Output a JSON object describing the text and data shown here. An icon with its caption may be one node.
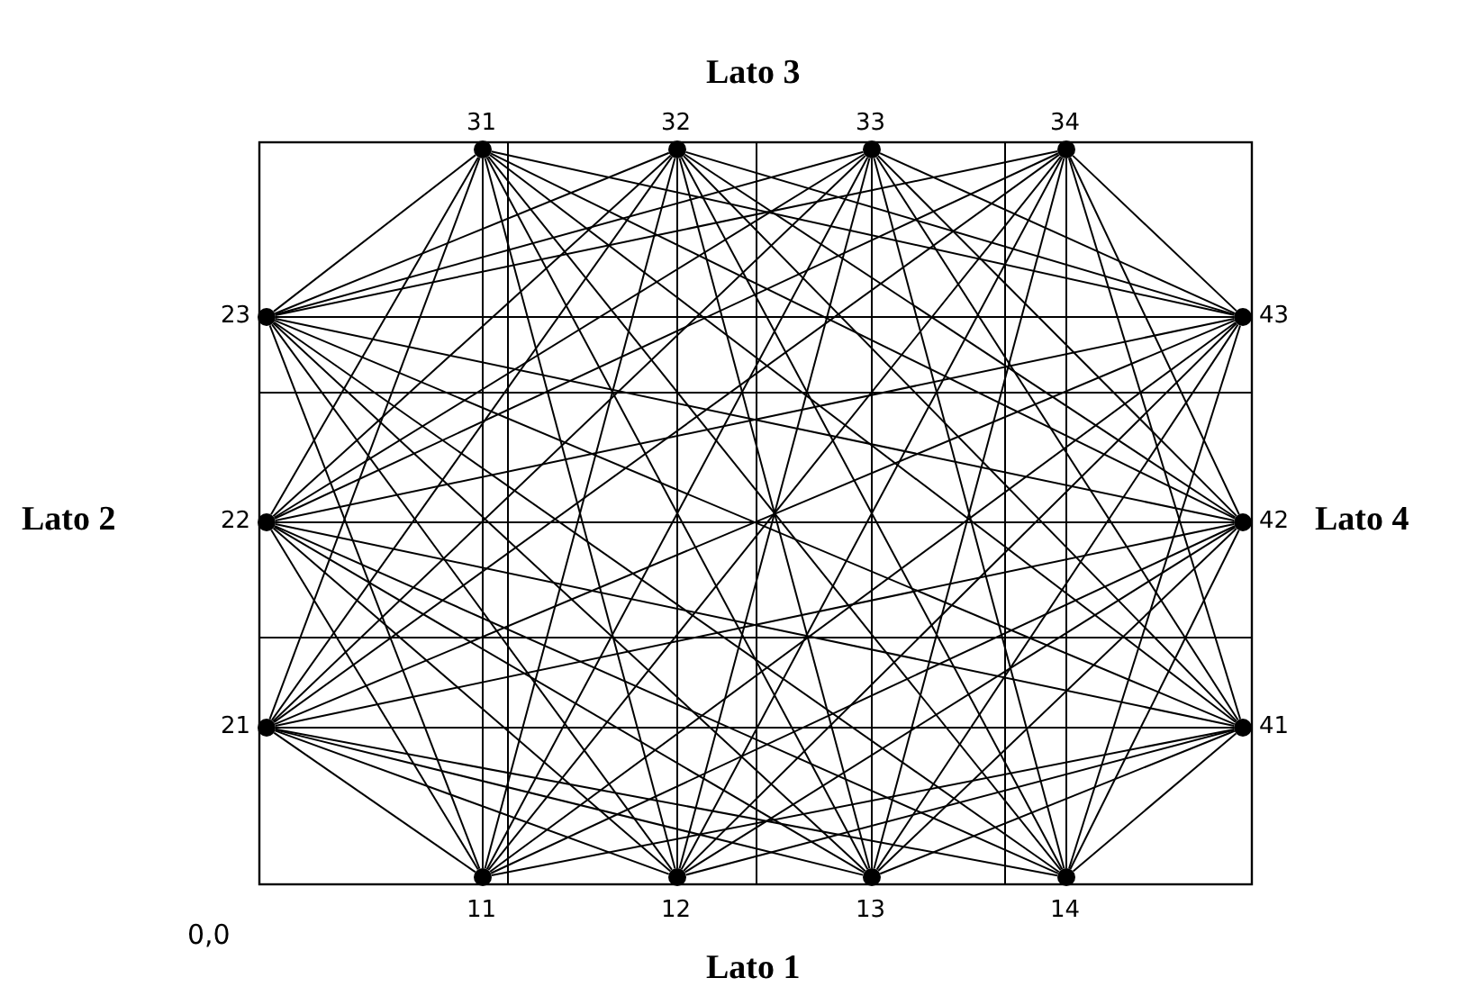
{
  "diagram": {
    "nodes": [
      {
        "text": [],
        "shape": "circle",
        "beside": [
          "31"
        ]
      },
      {
        "text": [],
        "shape": "circle",
        "beside": [
          "32"
        ]
      },
      {
        "text": [],
        "shape": "circle",
        "beside": [
          "33"
        ]
      },
      {
        "text": [],
        "shape": "circle",
        "beside": [
          "34"
        ]
      },
      {
        "text": [],
        "shape": "circle",
        "beside": [
          "23"
        ]
      },
      {
        "text": [],
        "shape": "circle",
        "beside": [
          "43"
        ]
      },
      {
        "text": [],
        "shape": "circle",
        "beside": [
          "22"
        ]
      },
      {
        "text": [],
        "shape": "circle",
        "beside": [
          "42"
        ]
      },
      {
        "text": [],
        "shape": "circle",
        "beside": [
          "21"
        ]
      },
      {
        "text": [],
        "shape": "circle",
        "beside": [
          "41"
        ]
      },
      {
        "text": [],
        "shape": "circle",
        "beside": [
          "11"
        ]
      },
      {
        "text": [],
        "shape": "circle",
        "beside": [
          "12"
        ]
      },
      {
        "text": [],
        "shape": "circle",
        "beside": [
          "13"
        ]
      },
      {
        "text": [],
        "shape": "circle",
        "beside": [
          "14"
        ]
      }
    ],
    "edges": [
      {
        "from": 0,
        "to": 4,
        "arrow": "none"
      },
      {
        "from": 0,
        "to": 5,
        "arrow": "none"
      },
      {
        "from": 0,
        "to": 6,
        "arrow": "none"
      },
      {
        "from": 0,
        "to": 7,
        "arrow": "none"
      },
      {
        "from": 0,
        "to": 8,
        "arrow": "none"
      },
      {
        "from": 0,
        "to": 9,
        "arrow": "none"
      },
      {
        "from": 0,
        "to": 10,
        "arrow": "none"
      },
      {
        "from": 0,
        "to": 11,
        "arrow": "none"
      },
      {
        "from": 0,
        "to": 12,
        "arrow": "none"
      },
      {
        "from": 0,
        "to": 13,
        "arrow": "none"
      },
      {
        "from": 1,
        "to": 4,
        "arrow": "none"
      },
      {
        "from": 1,
        "to": 5,
        "arrow": "none"
      },
      {
        "from": 1,
        "to": 6,
        "arrow": "none"
      },
      {
        "from": 1,
        "to": 7,
        "arrow": "none"
      },
      {
        "from": 1,
        "to": 8,
        "arrow": "none"
      },
      {
        "from": 1,
        "to": 9,
        "arrow": "none"
      },
      {
        "from": 1,
        "to": 10,
        "arrow": "none"
      },
      {
        "from": 1,
        "to": 11,
        "arrow": "none"
      },
      {
        "from": 1,
        "to": 12,
        "arrow": "none"
      },
      {
        "from": 1,
        "to": 13,
        "arrow": "none"
      },
      {
        "from": 2,
        "to": 4,
        "arrow": "none"
      },
      {
        "from": 2,
        "to": 5,
        "arrow": "none"
      },
      {
        "from": 2,
        "to": 6,
        "arrow": "none"
      },
      {
        "from": 2,
        "to": 7,
        "arrow": "none"
      },
      {
        "from": 2,
        "to": 8,
        "arrow": "none"
      },
      {
        "from": 2,
        "to": 9,
        "arrow": "none"
      },
      {
        "from": 2,
        "to": 10,
        "arrow": "none"
      },
      {
        "from": 2,
        "to": 11,
        "arrow": "none"
      },
      {
        "from": 2,
        "to": 12,
        "arrow": "none"
      },
      {
        "from": 2,
        "to": 13,
        "arrow": "none"
      },
      {
        "from": 3,
        "to": 4,
        "arrow": "none"
      },
      {
        "from": 3,
        "to": 5,
        "arrow": "none"
      },
      {
        "from": 3,
        "to": 6,
        "arrow": "none"
      },
      {
        "from": 3,
        "to": 7,
        "arrow": "none"
      },
      {
        "from": 3,
        "to": 8,
        "arrow": "none"
      },
      {
        "from": 3,
        "to": 9,
        "arrow": "none"
      },
      {
        "from": 3,
        "to": 10,
        "arrow": "none"
      },
      {
        "from": 3,
        "to": 11,
        "arrow": "none"
      },
      {
        "from": 3,
        "to": 12,
        "arrow": "none"
      },
      {
        "from": 3,
        "to": 13,
        "arrow": "none"
      },
      {
        "from": 4,
        "to": 5,
        "arrow": "none"
      },
      {
        "from": 4,
        "to": 7,
        "arrow": "none"
      },
      {
        "from": 4,
        "to": 9,
        "arrow": "none"
      },
      {
        "from": 4,
        "to": 10,
        "arrow": "none"
      },
      {
        "from": 4,
        "to": 11,
        "arrow": "none"
      },
      {
        "from": 4,
        "to": 12,
        "arrow": "none"
      },
      {
        "from": 4,
        "to": 13,
        "arrow": "none"
      },
      {
        "from": 5,
        "to": 6,
        "arrow": "none"
      },
      {
        "from": 5,
        "to": 8,
        "arrow": "none"
      },
      {
        "from": 5,
        "to": 10,
        "arrow": "none"
      },
      {
        "from": 5,
        "to": 11,
        "arrow": "none"
      },
      {
        "from": 5,
        "to": 12,
        "arrow": "none"
      },
      {
        "from": 5,
        "to": 13,
        "arrow": "none"
      },
      {
        "from": 6,
        "to": 7,
        "arrow": "none"
      },
      {
        "from": 6,
        "to": 9,
        "arrow": "none"
      },
      {
        "from": 6,
        "to": 10,
        "arrow": "none"
      },
      {
        "from": 6,
        "to": 11,
        "arrow": "none"
      },
      {
        "from": 6,
        "to": 12,
        "arrow": "none"
      },
      {
        "from": 6,
        "to": 13,
        "arrow": "none"
      },
      {
        "from": 7,
        "to": 8,
        "arrow": "none"
      },
      {
        "from": 7,
        "to": 10,
        "arrow": "none"
      },
      {
        "from": 7,
        "to": 11,
        "arrow": "none"
      },
      {
        "from": 7,
        "to": 12,
        "arrow": "none"
      },
      {
        "from": 7,
        "to": 13,
        "arrow": "none"
      },
      {
        "from": 8,
        "to": 9,
        "arrow": "none"
      },
      {
        "from": 8,
        "to": 10,
        "arrow": "none"
      },
      {
        "from": 8,
        "to": 11,
        "arrow": "none"
      },
      {
        "from": 8,
        "to": 12,
        "arrow": "none"
      },
      {
        "from": 8,
        "to": 13,
        "arrow": "none"
      },
      {
        "from": 9,
        "to": 10,
        "arrow": "none"
      },
      {
        "from": 9,
        "to": 11,
        "arrow": "none"
      },
      {
        "from": 9,
        "to": 12,
        "arrow": "none"
      },
      {
        "from": 9,
        "to": 13,
        "arrow": "none"
      }
    ],
    "labels": [
      "Lato 3",
      "Lato 2",
      "Lato 4",
      "0,0",
      "Lato 1"
    ]
  }
}
